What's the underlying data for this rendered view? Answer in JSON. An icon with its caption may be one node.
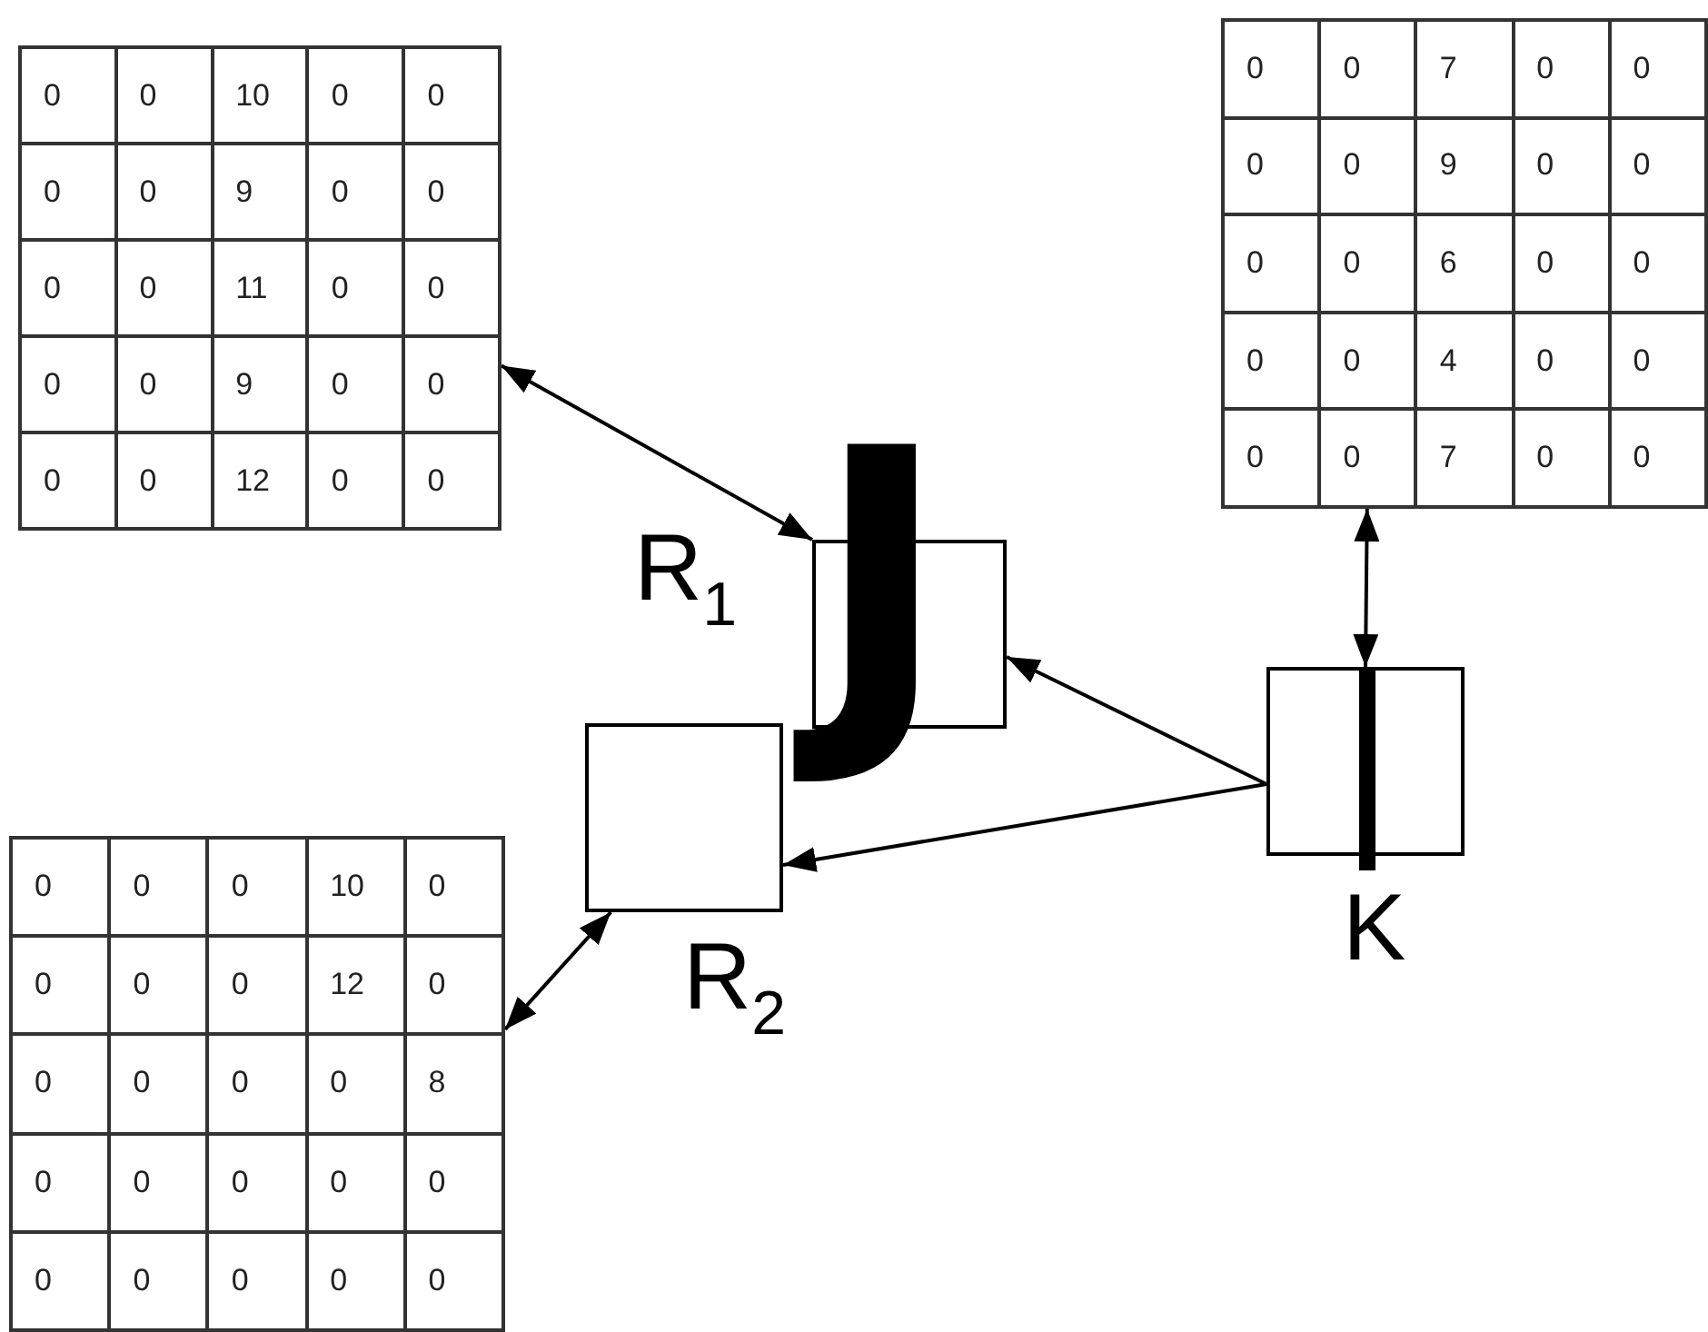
{
  "diagram": {
    "nodes": [
      {
        "text": [
          "0",
          "0",
          "10",
          "0",
          "0",
          "0",
          "0",
          "9",
          "0",
          "0",
          "0",
          "0",
          "11",
          "0",
          "0",
          "0",
          "0",
          "9",
          "0",
          "0",
          "0",
          "0",
          "12",
          "0",
          "0"
        ]
      },
      {
        "text": [
          "0",
          "0",
          "7",
          "0",
          "0",
          "0",
          "0",
          "9",
          "0",
          "0",
          "0",
          "0",
          "6",
          "0",
          "0",
          "0",
          "0",
          "4",
          "0",
          "0",
          "0",
          "0",
          "7",
          "0",
          "0"
        ]
      },
      {
        "text": [],
        "shape": "box",
        "beside": [
          "R$_{1}$"
        ]
      },
      {
        "text": [],
        "shape": "box",
        "beside": [
          "K"
        ]
      },
      {
        "text": [],
        "shape": "box",
        "beside": [
          "R$_{2}$"
        ]
      },
      {
        "text": [
          "0",
          "0",
          "0",
          "10",
          "0",
          "0",
          "0",
          "0",
          "12",
          "0",
          "0",
          "0",
          "0",
          "0",
          "8",
          "0",
          "0",
          "0",
          "0",
          "0",
          "0",
          "0",
          "0",
          "0",
          "0"
        ]
      }
    ],
    "edges": [
      {
        "from": 0,
        "to": 2,
        "arrow": "both"
      },
      {
        "from": 1,
        "to": 3,
        "arrow": "both"
      },
      {
        "from": 3,
        "to": 2,
        "arrow": "to"
      },
      {
        "from": 3,
        "to": 4,
        "arrow": "to"
      },
      {
        "from": 5,
        "to": 4,
        "arrow": "both"
      }
    ],
    "labels": [
      "J"
    ]
  }
}
